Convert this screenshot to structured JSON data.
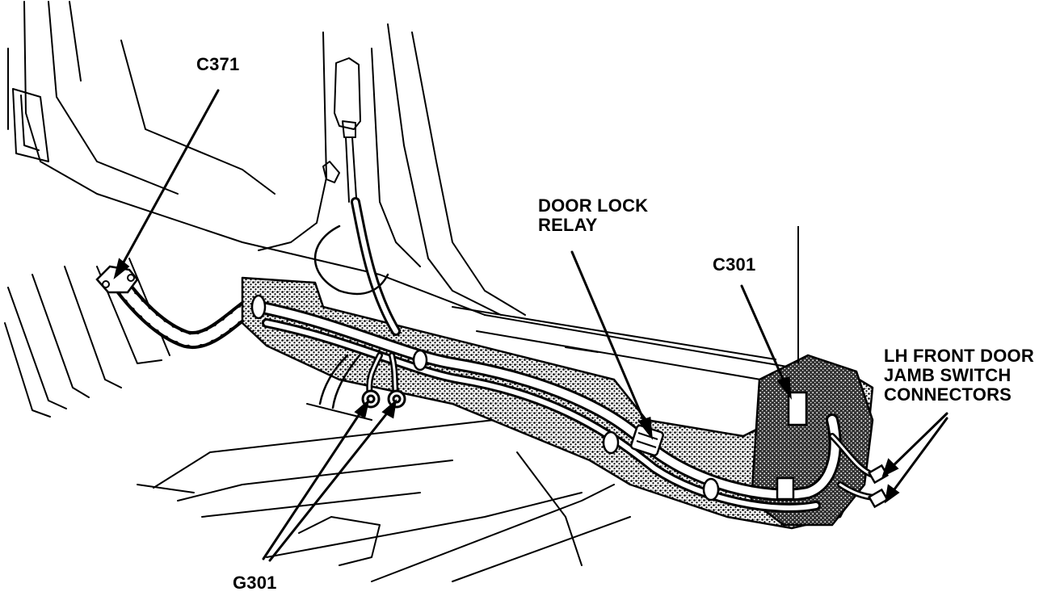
{
  "labels": {
    "c371": "C371",
    "door_lock_relay": [
      "DOOR LOCK",
      "RELAY"
    ],
    "c301": "C301",
    "jamb_switch_connectors": [
      "LH FRONT DOOR",
      "JAMB SWITCH",
      "CONNECTORS"
    ],
    "g301": "G301"
  },
  "colors": {
    "ink": "#000000",
    "paper": "#ffffff"
  }
}
